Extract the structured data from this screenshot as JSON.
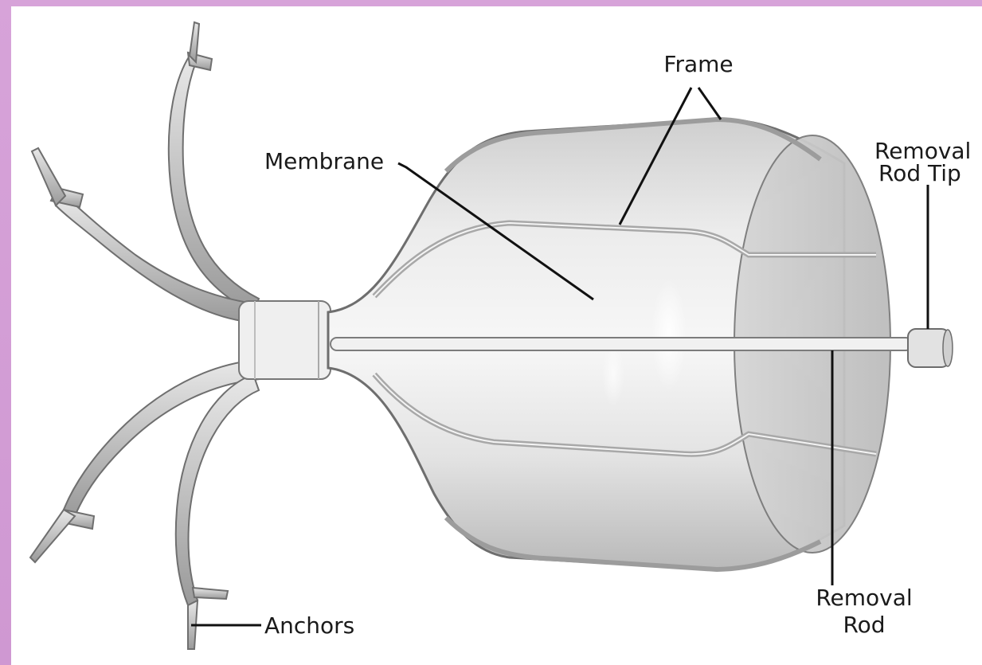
{
  "labels": {
    "frame": "Frame",
    "membrane": "Membrane",
    "removal_rod_tip_line1": "Removal",
    "removal_rod_tip_line2": "Rod Tip",
    "removal_rod_line1": "Removal",
    "removal_rod_line2": "Rod",
    "anchors": "Anchors"
  },
  "colors": {
    "border": "#d7a3d9",
    "background": "#ffffff",
    "device_light": "#f2f2f2",
    "device_mid": "#c9c9c9",
    "device_dark": "#8a8a8a",
    "leader_line": "#111111"
  }
}
